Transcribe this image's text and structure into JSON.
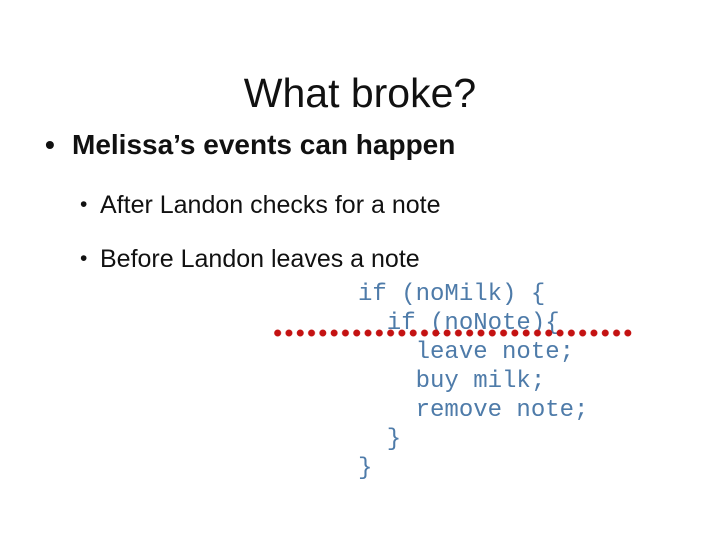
{
  "slide": {
    "title": "What broke?",
    "bullet_char": "•",
    "bullet": "Melissa’s events can happen",
    "sub_bullets": [
      "After Landon checks for a note",
      "Before Landon leaves a note"
    ],
    "code_lines": [
      "if (noMilk) {",
      "  if (noNote){",
      "    leave note;",
      "    buy milk;",
      "    remove note;",
      "  }",
      "}"
    ],
    "colors": {
      "background": "#ffffff",
      "text": "#111111",
      "code": "#4e7ba9",
      "dotted_line": "#c41212"
    }
  }
}
